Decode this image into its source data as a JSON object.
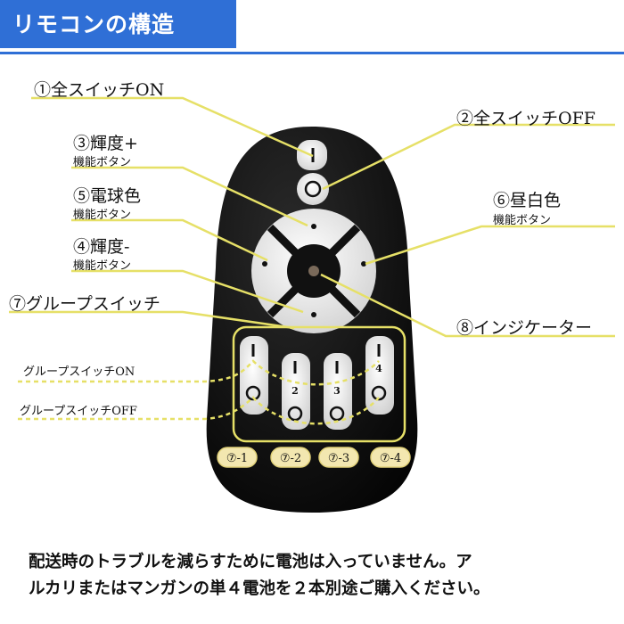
{
  "header": {
    "title": "リモコンの構造"
  },
  "labels": {
    "l1": "①全スイッチON",
    "l2": "②全スイッチOFF",
    "l3": "③輝度+",
    "l3s": "機能ボタン",
    "l5": "⑤電球色",
    "l5s": "機能ボタン",
    "l4": "④輝度-",
    "l4s": "機能ボタン",
    "l6": "⑥昼白色",
    "l6s": "機能ボタン",
    "l7": "⑦グループスイッチ",
    "l8": "⑧インジケーター",
    "grp_on": "グループスイッチON",
    "grp_off": "グループスイッチOFF"
  },
  "group_badges": [
    "⑦-1",
    "⑦-2",
    "⑦-3",
    "⑦-4"
  ],
  "remote_button_marks": {
    "on": "I",
    "off": "O",
    "numbers": [
      "2",
      "3",
      "4"
    ]
  },
  "notice": {
    "line1": "配送時のトラブルを減らすために電池は入っていません。ア",
    "line2": "ルカリまたはマンガンの単４電池を２本別途ご購入ください。"
  },
  "colors": {
    "accent": "#2f6fd6",
    "leader": "#e6e067",
    "badge": "#f3e7b0",
    "remote": "#111111"
  }
}
